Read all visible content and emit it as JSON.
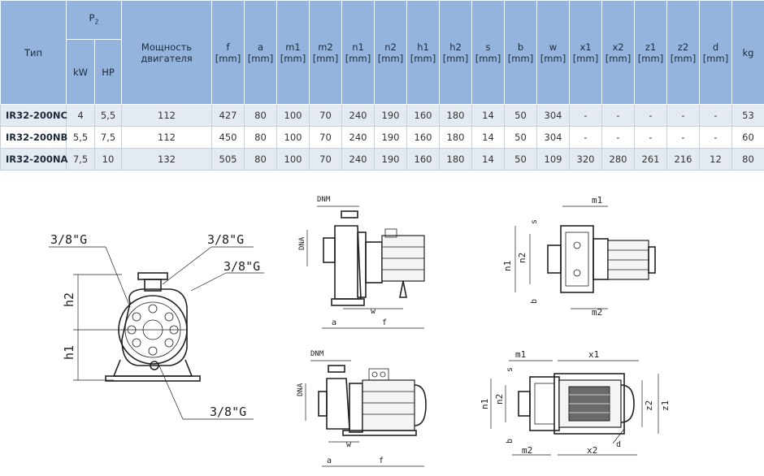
{
  "table": {
    "header": {
      "type_label": "Тип",
      "p2_label": "P",
      "p2_sub": "2",
      "kw_label": "kW",
      "hp_label": "HP",
      "motor_label_line1": "Мощность",
      "motor_label_line2": "двигателя",
      "mm_unit": "[mm]",
      "kg_label": "kg",
      "dim_columns": [
        "f",
        "a",
        "m1",
        "m2",
        "n1",
        "n2",
        "h1",
        "h2",
        "s",
        "b",
        "w",
        "x1",
        "x2",
        "z1",
        "z2",
        "d"
      ]
    },
    "rows": [
      {
        "model": "IR32-200NC",
        "kw": "4",
        "hp": "5,5",
        "motor": "112",
        "values": [
          "427",
          "80",
          "100",
          "70",
          "240",
          "190",
          "160",
          "180",
          "14",
          "50",
          "304",
          "-",
          "-",
          "-",
          "-",
          "-"
        ],
        "kg": "53"
      },
      {
        "model": "IR32-200NB",
        "kw": "5,5",
        "hp": "7,5",
        "motor": "112",
        "values": [
          "450",
          "80",
          "100",
          "70",
          "240",
          "190",
          "160",
          "180",
          "14",
          "50",
          "304",
          "-",
          "-",
          "-",
          "-",
          "-"
        ],
        "kg": "60"
      },
      {
        "model": "IR32-200NA",
        "kw": "7,5",
        "hp": "10",
        "motor": "132",
        "values": [
          "505",
          "80",
          "100",
          "70",
          "240",
          "190",
          "160",
          "180",
          "14",
          "50",
          "109",
          "320",
          "280",
          "261",
          "216",
          "12"
        ],
        "kg": "80"
      }
    ]
  },
  "drawings": {
    "front": {
      "port_a": "3/8\"G",
      "port_b": "3/8\"G",
      "port_c": "3/8\"G",
      "port_d": "3/8\"G",
      "h2": "h2",
      "h1": "h1"
    },
    "side_top": {
      "dnm": "DNM",
      "dna": "DNA",
      "w": "w",
      "a": "a",
      "f": "f"
    },
    "top_view_top": {
      "m1": "m1",
      "s": "s",
      "n1": "n1",
      "n2": "n2",
      "b": "b",
      "m2": "m2"
    },
    "side_bottom": {
      "dnm": "DNM",
      "dna": "DNA",
      "w": "w",
      "a": "a",
      "f": "f"
    },
    "top_view_bottom": {
      "m1": "m1",
      "x1": "x1",
      "s": "s",
      "n1": "n1",
      "n2": "n2",
      "z2": "z2",
      "z1": "z1",
      "b": "b",
      "d": "d",
      "m2": "m2",
      "x2": "x2"
    }
  },
  "colors": {
    "header_bg": "#94b4dd",
    "alt_row_bg": "#e4eaf2",
    "border": "#c6d1de"
  }
}
